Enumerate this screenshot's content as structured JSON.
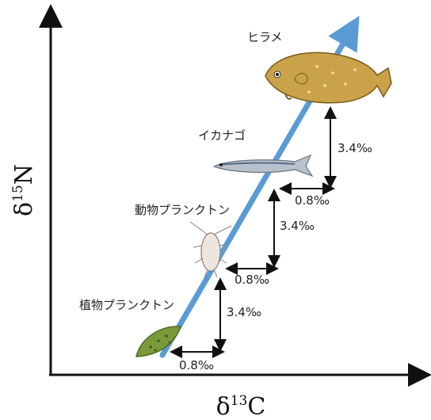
{
  "axes": {
    "x_label_main": "δ",
    "x_label_sup": "13",
    "x_label_elem": "C",
    "y_label_main": "δ",
    "y_label_sup": "15",
    "y_label_elem": "N"
  },
  "organisms": [
    {
      "name": "植物プランクトン",
      "kind": "phytoplankton"
    },
    {
      "name": "動物プランクトン",
      "kind": "zooplankton"
    },
    {
      "name": "イカナゴ",
      "kind": "sand-lance"
    },
    {
      "name": "ヒラメ",
      "kind": "flounder"
    }
  ],
  "steps": {
    "n_increment": "3.4‰",
    "c_increment": "0.8‰"
  },
  "colors": {
    "trend_arrow": "#5b9bd5",
    "axis": "#111111",
    "flounder_body": "#c9a24a",
    "phyto": "#7a9a3a",
    "fish_silver": "#b8c2cc"
  }
}
